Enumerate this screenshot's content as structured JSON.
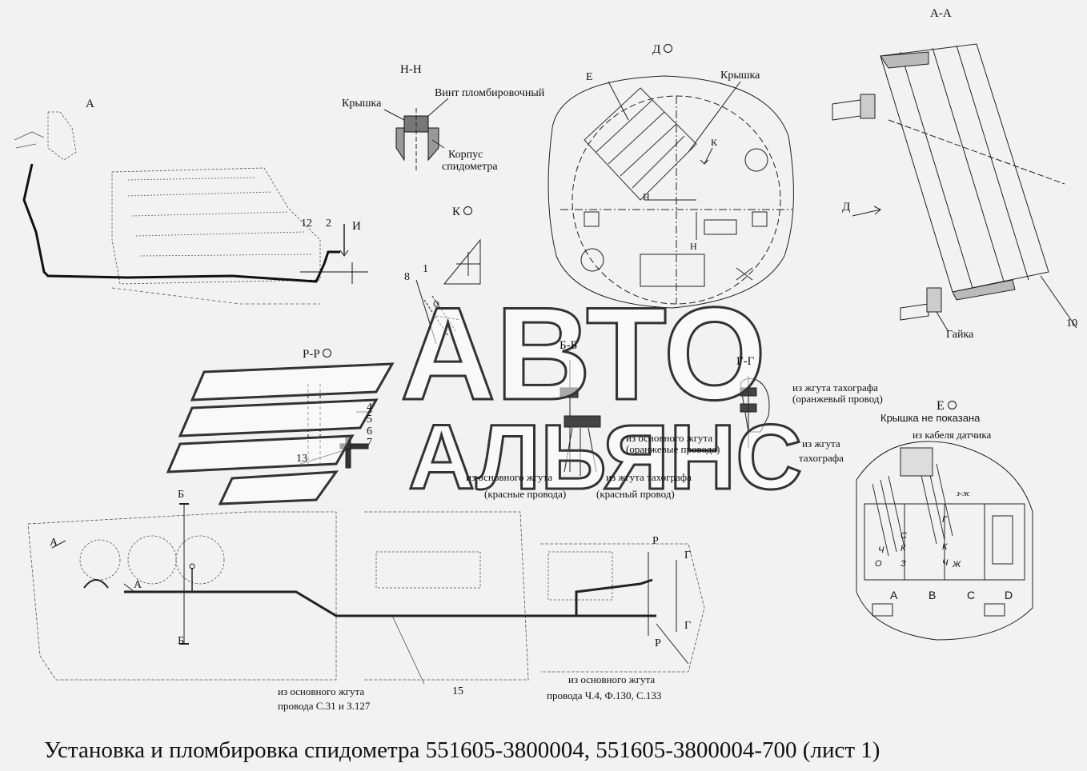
{
  "sections": {
    "nn": "Н-Н",
    "do": "Д",
    "aa": "А-А",
    "ko": "К",
    "rr": "Р-Р",
    "bb": "Б-Б",
    "gg": "Г-Г",
    "eo": "Е"
  },
  "callouts": {
    "a_top": "А",
    "i": "И",
    "e": "Е",
    "k": "К",
    "h1": "Н",
    "h2": "Н",
    "d": "Д",
    "n12": "12",
    "n2": "2",
    "n1": "1",
    "n8": "8",
    "n4": "4",
    "n5": "5",
    "n6": "6",
    "n7": "7",
    "n13": "13",
    "n10": "10",
    "n15": "15",
    "b_top": "Б",
    "b_bot": "Б",
    "a_left": "А",
    "a_right": "А",
    "r_top": "Р",
    "r_bot": "Р",
    "g_top": "Г",
    "g_bot": "Г"
  },
  "labels": {
    "kryshka_nn": "Крышка",
    "vint": "Винт пломбировочный",
    "korpus": "Корпус",
    "spidometra": "спидометра",
    "kryshka_do": "Крышка",
    "gaika": "Гайка",
    "tacho_orange_1": "из жгута тахографа",
    "tacho_orange_2": "(оранжевый провод)",
    "main_orange_1": "из основного жгута",
    "main_orange_2": "(оранжевые провода)",
    "main_red_1": "из основного жгута",
    "main_red_2": "(красные провода)",
    "tacho_red_1": "из жгута тахографа",
    "tacho_red_2": "(красный провод)",
    "no_cover": "Крышка не показана",
    "tacho_1": "из жгута",
    "tacho_2": "тахографа",
    "sensor": "из кабеля датчика",
    "zzh": "з-ж",
    "main_c31_1": "из основного жгута",
    "main_c31_2": "провода С.31 и З.127",
    "main_ch4_1": "из основного жгута",
    "main_ch4_2": "провода Ч.4, Ф.130, С.133"
  },
  "connector": {
    "columns": [
      "A",
      "B",
      "C",
      "D"
    ],
    "pins": [
      "С",
      "Ч",
      "К",
      "О",
      "З",
      "Г",
      "К",
      "Ч",
      "Ж"
    ]
  },
  "watermark": {
    "line1": "АВТО",
    "line2": "АЛЬЯНС"
  },
  "title": "Установка и пломбировка спидометра 551605-3800004, 551605-3800004-700 (лист 1)"
}
